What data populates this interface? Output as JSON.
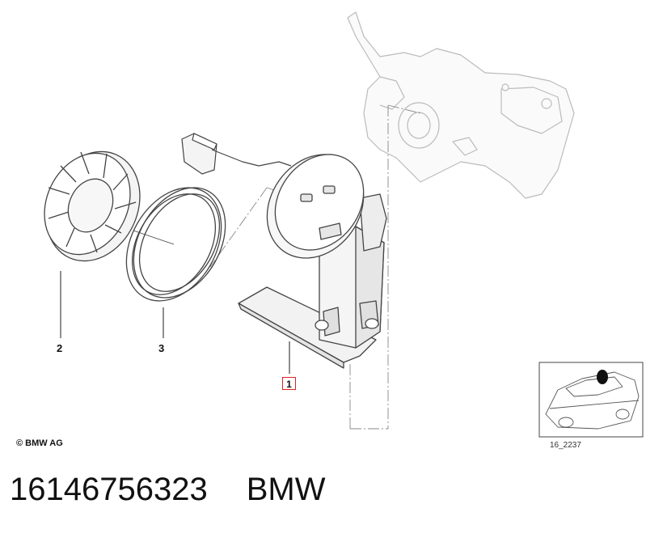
{
  "callouts": {
    "item1": "1",
    "item2": "2",
    "item3": "3"
  },
  "copyright": "© BMW AG",
  "figure_ref": "16_2237",
  "footer": {
    "part_number": "16146756323",
    "brand": "BMW"
  },
  "colors": {
    "line": "#444444",
    "ghost": "#bbbbbb",
    "highlight": "#e02020",
    "fill": "#f2f2f2"
  }
}
